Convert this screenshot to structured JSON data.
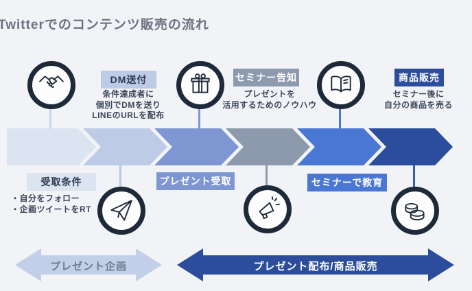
{
  "title": "Twitterでのコンテンツ販売の流れ",
  "background": "#f1f3f6",
  "steps": [
    {
      "label": "受取条件",
      "color": "#dce4f2",
      "text_color": "#2e3a4e",
      "icon": "handshake-icon",
      "desc": [
        "・自分をフォロー",
        "・企画ツイートをRT"
      ]
    },
    {
      "label": "DM送付",
      "color": "#bdcbe7",
      "text_color": "#2e3a4e",
      "icon": "paper-plane-icon",
      "desc": [
        "条件達成者に",
        "個別でDMを送り",
        "LINEのURLを配布"
      ]
    },
    {
      "label": "プレゼント受取",
      "color": "#7e97d2",
      "text_color": "#ffffff",
      "icon": "gift-icon",
      "desc": []
    },
    {
      "label": "セミナー告知",
      "color": "#8d9aae",
      "text_color": "#ffffff",
      "icon": "megaphone-icon",
      "desc": [
        "プレゼントを",
        "活用するためのノウハウ"
      ]
    },
    {
      "label": "セミナーで教育",
      "color": "#4a77d4",
      "text_color": "#ffffff",
      "icon": "book-icon",
      "desc": []
    },
    {
      "label": "商品販売",
      "color": "#2b4d9b",
      "text_color": "#ffffff",
      "icon": "coins-icon",
      "desc": [
        "セミナー後に",
        "自分の商品を売る"
      ]
    }
  ],
  "connector_colors": [
    "#ccd6ea",
    "#b9c8e6",
    "#7e97d2",
    "#8d9aae",
    "#4a77d4",
    "#3c5ca9"
  ],
  "phases": [
    {
      "label": "プレゼント企画",
      "color": "#c2cfe8",
      "text_color": "#6f7a8c"
    },
    {
      "label": "プレゼント配布/商品販売",
      "color": "#2b4d9b",
      "text_color": "#ffffff"
    }
  ]
}
